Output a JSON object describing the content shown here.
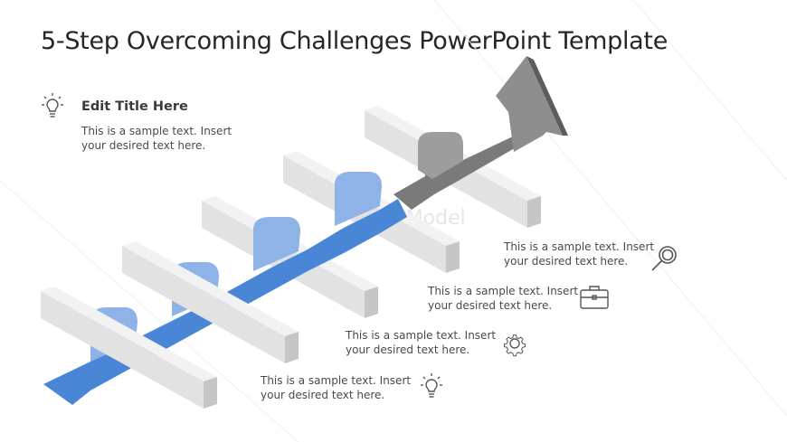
{
  "slide": {
    "title": "5-Step Overcoming Challenges PowerPoint Template",
    "watermark": "SlideModel",
    "header_block": {
      "icon": "lightbulb-icon",
      "heading": "Edit Title Here",
      "line1": "This is a sample text. Insert",
      "line2": "your desired text here."
    },
    "steps": [
      {
        "icon": "lightbulb-icon",
        "line1": "This is a sample text. Insert",
        "line2": "your desired text here."
      },
      {
        "icon": "gear-icon",
        "line1": "This is a sample text. Insert",
        "line2": "your desired text here."
      },
      {
        "icon": "briefcase-icon",
        "line1": "This is a sample text. Insert",
        "line2": "your desired text here."
      },
      {
        "icon": "magnifier-icon",
        "line1": "This is a sample text. Insert",
        "line2": "your desired text here."
      }
    ],
    "colors": {
      "ribbon_blue_dark": "#4a86d6",
      "ribbon_blue_light": "#8fb3e6",
      "ribbon_gray_dark": "#6e6e6e",
      "ribbon_gray_light": "#9a9a9a",
      "barrier_top": "#eeeeee",
      "barrier_side": "#d2d2d2",
      "text": "#4a4a4a"
    }
  }
}
